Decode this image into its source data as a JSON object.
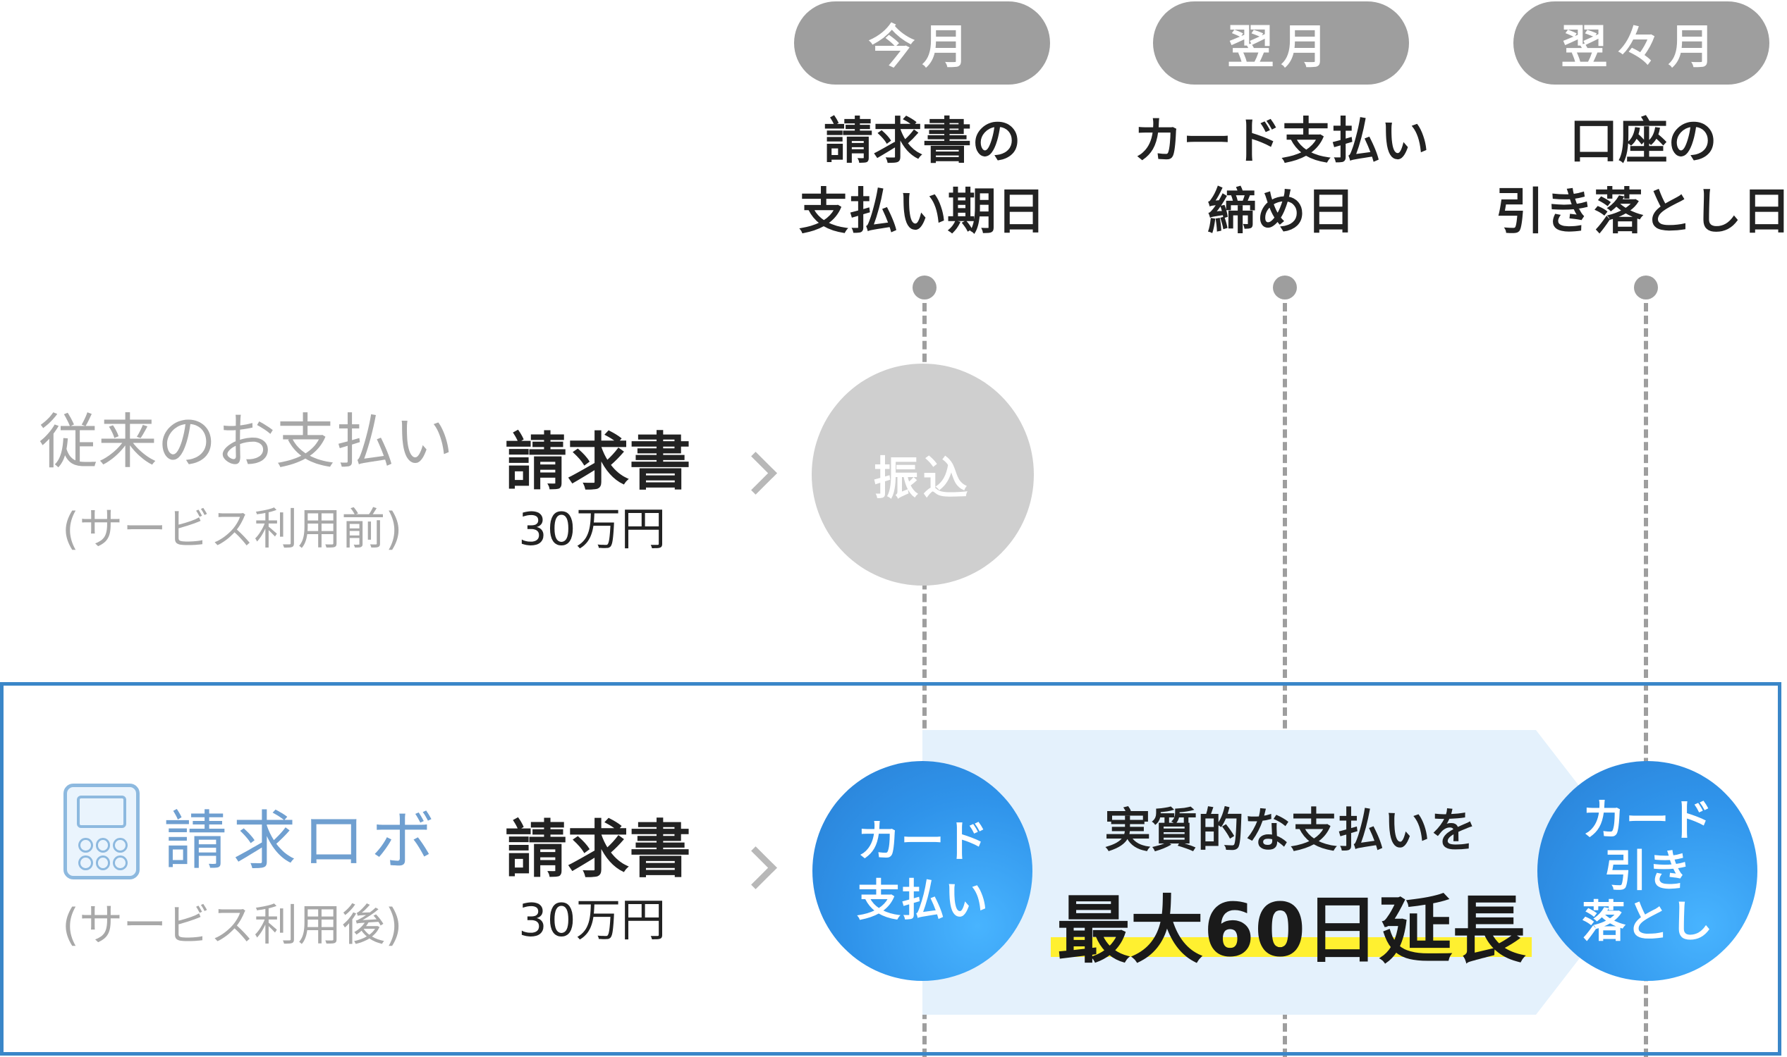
{
  "columns": [
    {
      "badge": "今月",
      "label": "請求書の\n支払い期日"
    },
    {
      "badge": "翌月",
      "label": "カード支払い\n締め日"
    },
    {
      "badge": "翌々月",
      "label": "口座の\n引き落とし日"
    }
  ],
  "before": {
    "title": "従来のお支払い",
    "subtitle": "(サービス利用前)",
    "doc_label": "請求書",
    "amount": "30万円",
    "action": "振込"
  },
  "after": {
    "brand": "請求ロボ",
    "subtitle": "(サービス利用後)",
    "doc_label": "請求書",
    "amount": "30万円",
    "start_circle": "カード\n支払い",
    "end_circle": "カード\n引き\n落とし",
    "banner_line1": "実質的な支払いを",
    "banner_line2": "最大60日延長"
  },
  "colors": {
    "accent_blue": "#3a86c8",
    "banner_bg": "#e4f1fc",
    "highlight": "#fff030",
    "grey": "#9e9e9e"
  },
  "icons": {
    "brand": "calculator-icon",
    "arrow": "chevron-right-icon"
  }
}
